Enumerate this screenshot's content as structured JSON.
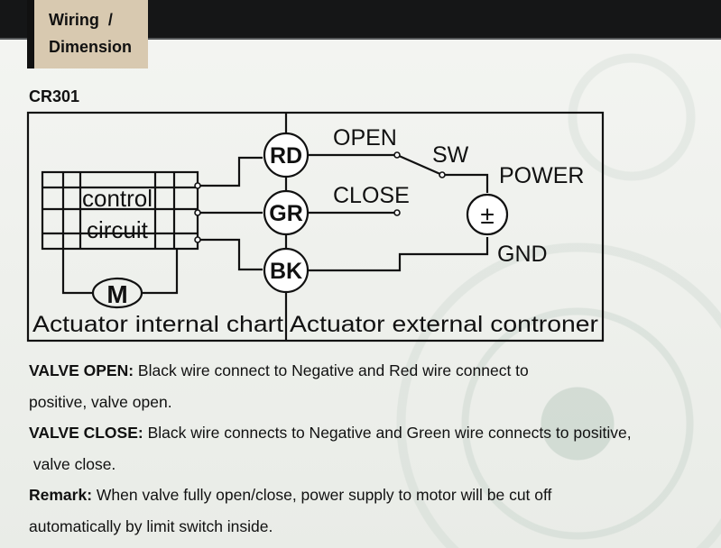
{
  "header": {
    "tab_line1": "Wiring  /",
    "tab_line2": "Dimension"
  },
  "model": "CR301",
  "diagram": {
    "block_label_1": "control",
    "block_label_2": "circuit",
    "motor": "M",
    "terminal_rd": "RD",
    "terminal_gr": "GR",
    "terminal_bk": "BK",
    "open": "OPEN",
    "close": "CLOSE",
    "sw": "SW",
    "power": "POWER",
    "power_symbol": "±",
    "gnd": "GND",
    "left_caption": "Actuator internal chart",
    "right_caption": "Actuator external controner"
  },
  "description": {
    "open_title": "VALVE OPEN:",
    "open_text_1": " Black wire connect to Negative and Red wire connect to",
    "open_text_2": "positive, valve open.",
    "close_title": "VALVE CLOSE:",
    "close_text_1": " Black wire connects to Negative and Green wire connects to positive,",
    "close_text_2": " valve close.",
    "remark_title": "Remark:",
    "remark_text_1": " When valve fully open/close, power supply to motor will be cut off",
    "remark_text_2": "automatically by limit switch inside."
  }
}
